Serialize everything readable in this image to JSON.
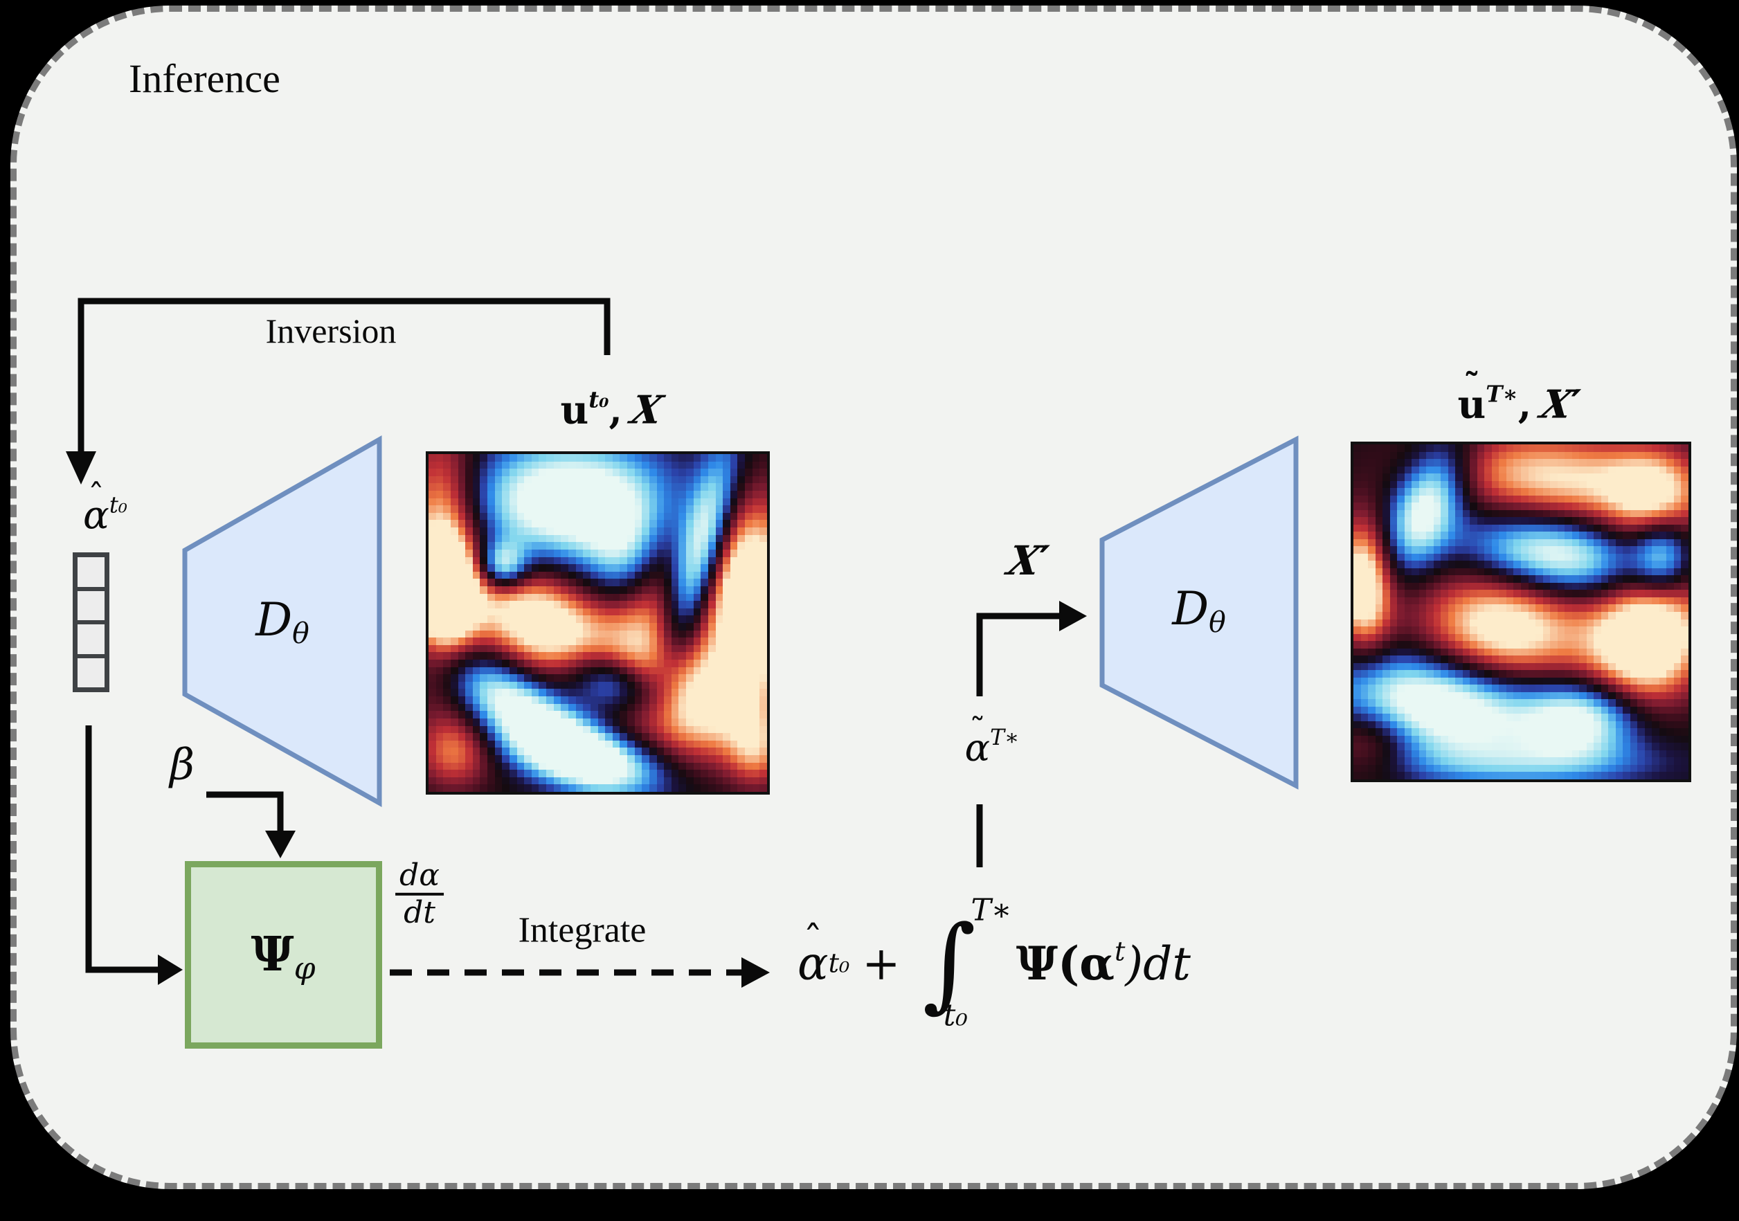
{
  "title": "Inference",
  "colors": {
    "background": "#000000",
    "panel_fill": "#f2f3f1",
    "panel_border": "#7b7b7b",
    "decoder_fill": "#dbe8fb",
    "decoder_stroke": "#6f8fbf",
    "ode_fill": "#d6e8d2",
    "ode_stroke": "#7ba75e",
    "latent_fill": "#ededed",
    "latent_stroke": "#3f4245",
    "line": "#0a0a0a",
    "heatmap_border": "#111111"
  },
  "labels": {
    "inversion": "Inversion",
    "integrate": "Integrate",
    "beta": "β",
    "alpha_hat": {
      "accent": "ˆ",
      "base": "α",
      "sup": "t₀"
    },
    "field1": {
      "base": "u",
      "sup": "t₀",
      "comma": ",",
      "x": "X"
    },
    "decoder1": {
      "base": "D",
      "sub": "θ"
    },
    "decoder2": {
      "base": "D",
      "sub": "θ"
    },
    "ode": {
      "base": "Ψ",
      "sub": "φ"
    },
    "dadt": {
      "num": "dα",
      "den": "dt"
    },
    "x_prime": {
      "x": "X",
      "prime": "′"
    },
    "alpha_tilde": {
      "accent": "˜",
      "base": "α",
      "sup": "T∗"
    },
    "field2": {
      "accent": "˜",
      "base": "u",
      "sup": "T∗",
      "comma": ",",
      "x": "X",
      "prime": "′"
    },
    "formula": {
      "hat": "ˆ",
      "base": "α",
      "sup": "t₀",
      "plus": "+",
      "integral": "∫",
      "int_sup": "T∗",
      "int_sub": "t₀",
      "psi": "Ψ(α",
      "psi_sup": "t",
      "close": ")dt"
    }
  },
  "colormap": [
    [
      -1.0,
      "#e9f8f4"
    ],
    [
      -0.72,
      "#7fd5ee"
    ],
    [
      -0.5,
      "#2f8ae9"
    ],
    [
      -0.3,
      "#2b41a7"
    ],
    [
      -0.15,
      "#1b1340"
    ],
    [
      0.0,
      "#140b10"
    ],
    [
      0.15,
      "#3c0d1c"
    ],
    [
      0.35,
      "#7c1b30"
    ],
    [
      0.55,
      "#c03036"
    ],
    [
      0.75,
      "#ef7b43"
    ],
    [
      1.0,
      "#fdeccb"
    ]
  ],
  "fields": {
    "field1": {
      "res": 46,
      "blobs": [
        [
          0.42,
          0.14,
          0.2,
          0.12,
          0.0,
          -1.4
        ],
        [
          0.58,
          0.32,
          0.08,
          0.12,
          0.0,
          -1.0
        ],
        [
          0.8,
          0.3,
          0.05,
          0.22,
          0.25,
          -1.3
        ],
        [
          0.22,
          0.33,
          0.05,
          0.05,
          0.0,
          -1.1
        ],
        [
          0.04,
          0.3,
          0.08,
          0.25,
          0.0,
          1.2
        ],
        [
          0.05,
          0.42,
          0.06,
          0.1,
          0.0,
          0.9
        ],
        [
          0.33,
          0.5,
          0.16,
          0.1,
          0.5,
          1.3
        ],
        [
          0.63,
          0.47,
          0.1,
          0.18,
          0.0,
          1.0
        ],
        [
          0.95,
          0.42,
          0.1,
          0.2,
          0.0,
          1.5
        ],
        [
          0.8,
          0.75,
          0.14,
          0.12,
          0.0,
          1.0
        ],
        [
          0.3,
          0.78,
          0.2,
          0.07,
          0.6,
          -1.3
        ],
        [
          0.55,
          0.68,
          0.1,
          0.06,
          0.3,
          -1.0
        ],
        [
          0.47,
          0.9,
          0.16,
          0.06,
          0.2,
          -1.1
        ],
        [
          0.08,
          0.88,
          0.08,
          0.08,
          0.0,
          0.7
        ],
        [
          0.97,
          0.88,
          0.06,
          0.08,
          0.0,
          0.6
        ]
      ]
    },
    "field2": {
      "res": 46,
      "blobs": [
        [
          0.22,
          0.18,
          0.07,
          0.14,
          0.4,
          -1.2
        ],
        [
          0.6,
          0.1,
          0.25,
          0.1,
          0.1,
          1.0
        ],
        [
          0.9,
          0.15,
          0.1,
          0.1,
          0.0,
          0.8
        ],
        [
          0.03,
          0.42,
          0.06,
          0.14,
          0.0,
          1.3
        ],
        [
          0.6,
          0.33,
          0.18,
          0.08,
          0.15,
          -1.2
        ],
        [
          0.92,
          0.33,
          0.06,
          0.08,
          0.0,
          -0.9
        ],
        [
          0.45,
          0.55,
          0.18,
          0.12,
          0.1,
          1.2
        ],
        [
          0.88,
          0.58,
          0.12,
          0.14,
          0.4,
          1.5
        ],
        [
          0.25,
          0.78,
          0.22,
          0.1,
          0.15,
          -1.4
        ],
        [
          0.68,
          0.82,
          0.12,
          0.08,
          0.0,
          -1.1
        ],
        [
          0.05,
          0.88,
          0.1,
          0.08,
          0.0,
          0.6
        ],
        [
          0.5,
          0.95,
          0.3,
          0.05,
          0.0,
          -0.5
        ]
      ]
    }
  }
}
